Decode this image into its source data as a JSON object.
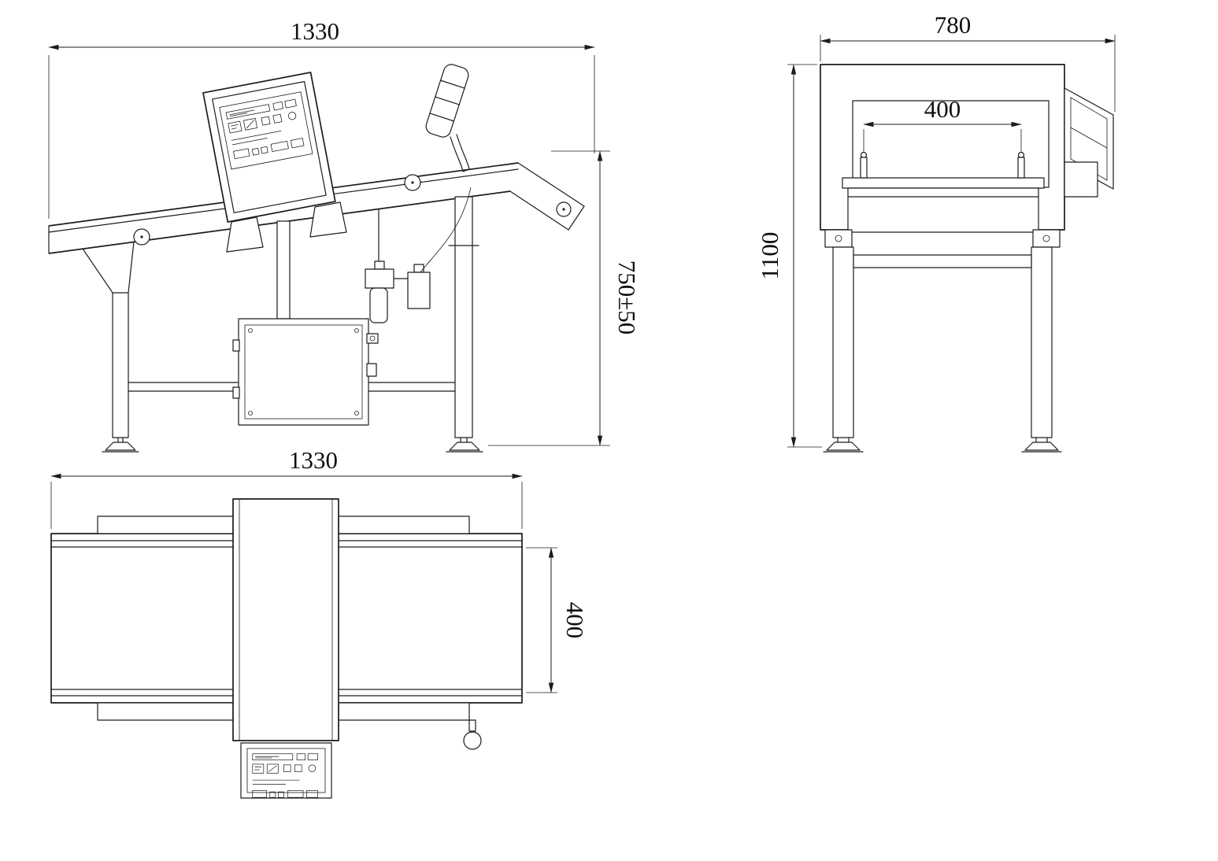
{
  "background": "#ffffff",
  "ink": "#1c1c1c",
  "views": {
    "side": {
      "dims": {
        "length": "1330",
        "height": "750±50"
      }
    },
    "front": {
      "dims": {
        "width": "780",
        "aperture_width": "400",
        "height": "1100"
      }
    },
    "top": {
      "dims": {
        "length": "1330",
        "belt_width": "400"
      }
    }
  }
}
